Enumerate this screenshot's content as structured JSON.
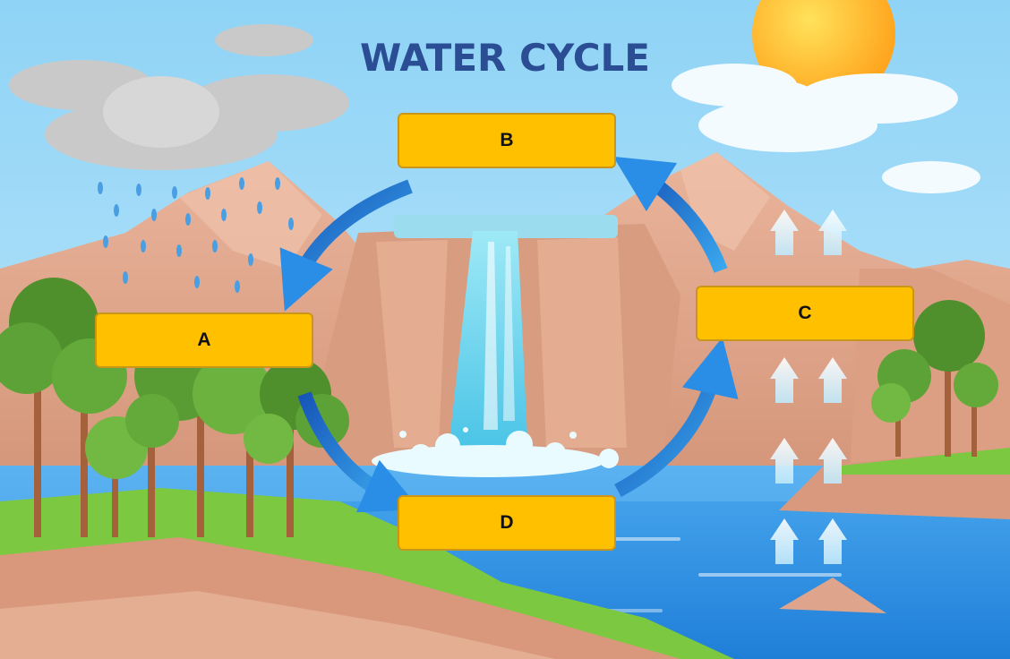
{
  "title": "WATER CYCLE",
  "labels": {
    "a": "A",
    "b": "B",
    "c": "C",
    "d": "D"
  },
  "colors": {
    "sky": "#9bd8f5",
    "title": "#2a4d93",
    "label_fill": "#ffc000",
    "arrow": "#1f6fd1",
    "water": "#2f8fe0",
    "mountain": "#e0a88c",
    "grass": "#7cc840",
    "sun": "#ffb52e"
  },
  "icons": [
    "sun-icon",
    "cloud-icon",
    "rain-cloud-icon",
    "waterfall-icon",
    "tree-icon",
    "evaporation-arrow-icon",
    "cycle-arrow-icon"
  ]
}
